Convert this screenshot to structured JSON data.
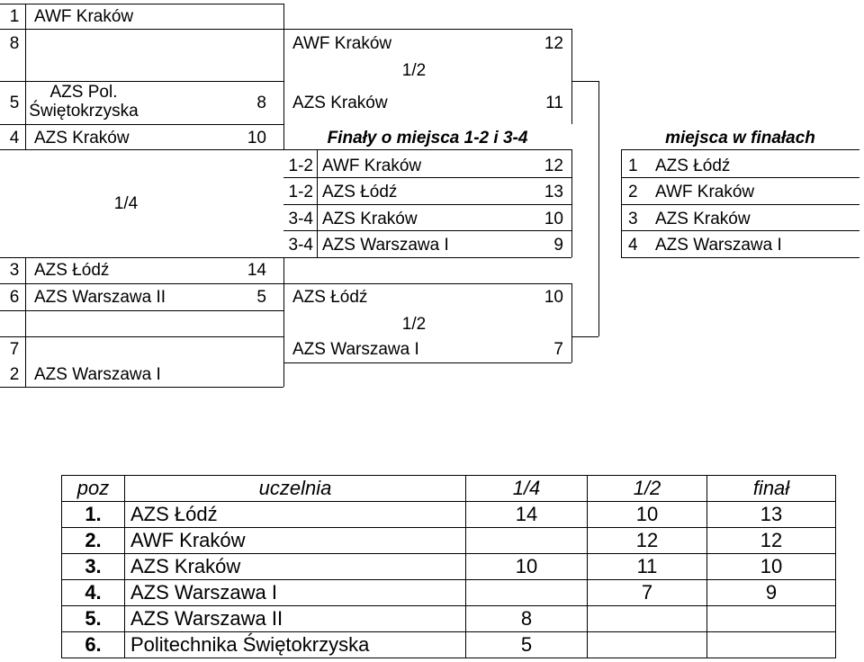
{
  "quarterfinals": {
    "label": "1/4",
    "group_a": [
      {
        "seed": "1",
        "team": "AWF Kraków",
        "score": ""
      },
      {
        "seed": "8",
        "team": "",
        "score": ""
      },
      {
        "seed": "5",
        "team": "AZS Pol.\nŚwiętokrzyska",
        "score": "8"
      },
      {
        "seed": "4",
        "team": "AZS Kraków",
        "score": "10"
      }
    ],
    "group_b": [
      {
        "seed": "3",
        "team": "AZS Łódź",
        "score": "14"
      },
      {
        "seed": "6",
        "team": "AZS Warszawa II",
        "score": "5"
      },
      {
        "seed": "7",
        "team": "",
        "score": ""
      },
      {
        "seed": "2",
        "team": "AZS Warszawa I",
        "score": ""
      }
    ]
  },
  "semifinals": {
    "top": {
      "label": "1/2",
      "team1": "AWF Kraków",
      "score1": "12",
      "team2": "AZS Kraków",
      "score2": "11"
    },
    "bottom": {
      "label": "1/2",
      "team1": "AZS Łódź",
      "score1": "10",
      "team2": "AZS Warszawa I",
      "score2": "7"
    }
  },
  "finals": {
    "title": "Finały o miejsca 1-2 i 3-4",
    "rows": [
      {
        "place": "1-2",
        "team": "AWF Kraków",
        "score": "12"
      },
      {
        "place": "1-2",
        "team": "AZS Łódź",
        "score": "13"
      },
      {
        "place": "3-4",
        "team": "AZS Kraków",
        "score": "10"
      },
      {
        "place": "3-4",
        "team": "AZS Warszawa I",
        "score": "9"
      }
    ]
  },
  "placings": {
    "title": "miejsca w finałach",
    "rows": [
      {
        "place": "1",
        "team": "AZS Łódź"
      },
      {
        "place": "2",
        "team": "AWF Kraków"
      },
      {
        "place": "3",
        "team": "AZS Kraków"
      },
      {
        "place": "4",
        "team": "AZS Warszawa I"
      }
    ]
  },
  "results_table": {
    "headers": [
      "poz",
      "uczelnia",
      "1/4",
      "1/2",
      "finał"
    ],
    "rows": [
      [
        "1.",
        "AZS Łódź",
        "14",
        "10",
        "13"
      ],
      [
        "2.",
        "AWF Kraków",
        "",
        "12",
        "12"
      ],
      [
        "3.",
        "AZS Kraków",
        "10",
        "11",
        "10"
      ],
      [
        "4.",
        "AZS Warszawa I",
        "",
        "7",
        "9"
      ],
      [
        "5.",
        "AZS Warszawa II",
        "8",
        "",
        ""
      ],
      [
        "6.",
        "Politechnika Świętokrzyska",
        "5",
        "",
        ""
      ]
    ]
  }
}
